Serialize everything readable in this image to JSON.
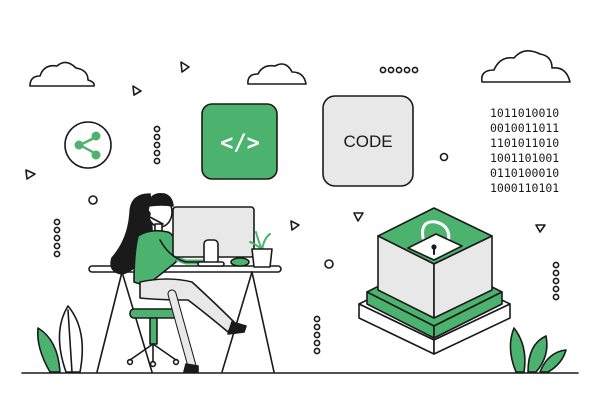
{
  "colors": {
    "accent": "#4cb36f",
    "accent_light": "#e6f3ea",
    "ink": "#1a1a1a",
    "gray_fill": "#e8e8e8",
    "background": "#ffffff"
  },
  "labels": {
    "code_tag": "</>",
    "code_word": "CODE"
  },
  "binary_lines": [
    "1011010010",
    "0010011011",
    "1101011010",
    "1001101001",
    "0110100010",
    "1000110101"
  ],
  "icons": [
    "share-icon",
    "code-tag-icon",
    "padlock-icon",
    "cloud-icon",
    "plant-icon"
  ]
}
